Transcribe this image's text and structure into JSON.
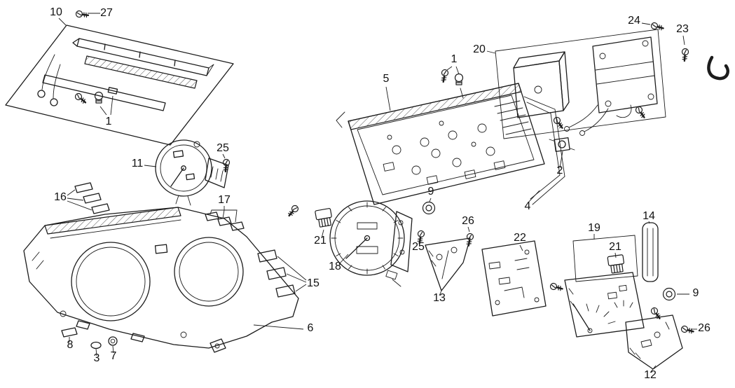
{
  "diagram": {
    "colors": {
      "line": "#1c1c1c",
      "background": "#ffffff"
    },
    "labels": [
      {
        "text": "10"
      },
      {
        "text": "27"
      },
      {
        "text": "1"
      },
      {
        "text": "11"
      },
      {
        "text": "25"
      },
      {
        "text": "16"
      },
      {
        "text": "17"
      },
      {
        "text": "15"
      },
      {
        "text": "6"
      },
      {
        "text": "8"
      },
      {
        "text": "3"
      },
      {
        "text": "7"
      },
      {
        "text": "5"
      },
      {
        "text": "1"
      },
      {
        "text": "20"
      },
      {
        "text": "24"
      },
      {
        "text": "23"
      },
      {
        "text": "2"
      },
      {
        "text": "4"
      },
      {
        "text": "9"
      },
      {
        "text": "26"
      },
      {
        "text": "22"
      },
      {
        "text": "19"
      },
      {
        "text": "14"
      },
      {
        "text": "21"
      },
      {
        "text": "25"
      },
      {
        "text": "18"
      },
      {
        "text": "13"
      },
      {
        "text": "21"
      },
      {
        "text": "9"
      },
      {
        "text": "26"
      },
      {
        "text": "12"
      }
    ]
  }
}
